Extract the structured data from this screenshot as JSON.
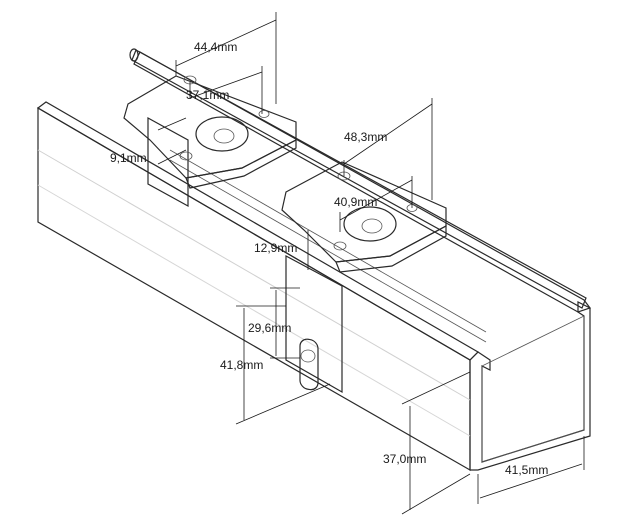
{
  "dimensions": {
    "d1": "44,4mm",
    "d2": "37,1mm",
    "d3": "9,1mm",
    "d4": "48,3mm",
    "d5": "40,9mm",
    "d6": "12,9mm",
    "d7": "29,6mm",
    "d8": "41,8mm",
    "d9": "37,0mm",
    "d10": "41,5mm"
  },
  "colors": {
    "channel_light": "#f2f2f2",
    "channel_mid": "#dcdcdc",
    "channel_dark": "#bdbdbd",
    "bracket_light": "#eeeeee",
    "bracket_mid": "#c8c8c8",
    "bracket_dark": "#8c8c8c",
    "line": "#1a1a1a"
  }
}
